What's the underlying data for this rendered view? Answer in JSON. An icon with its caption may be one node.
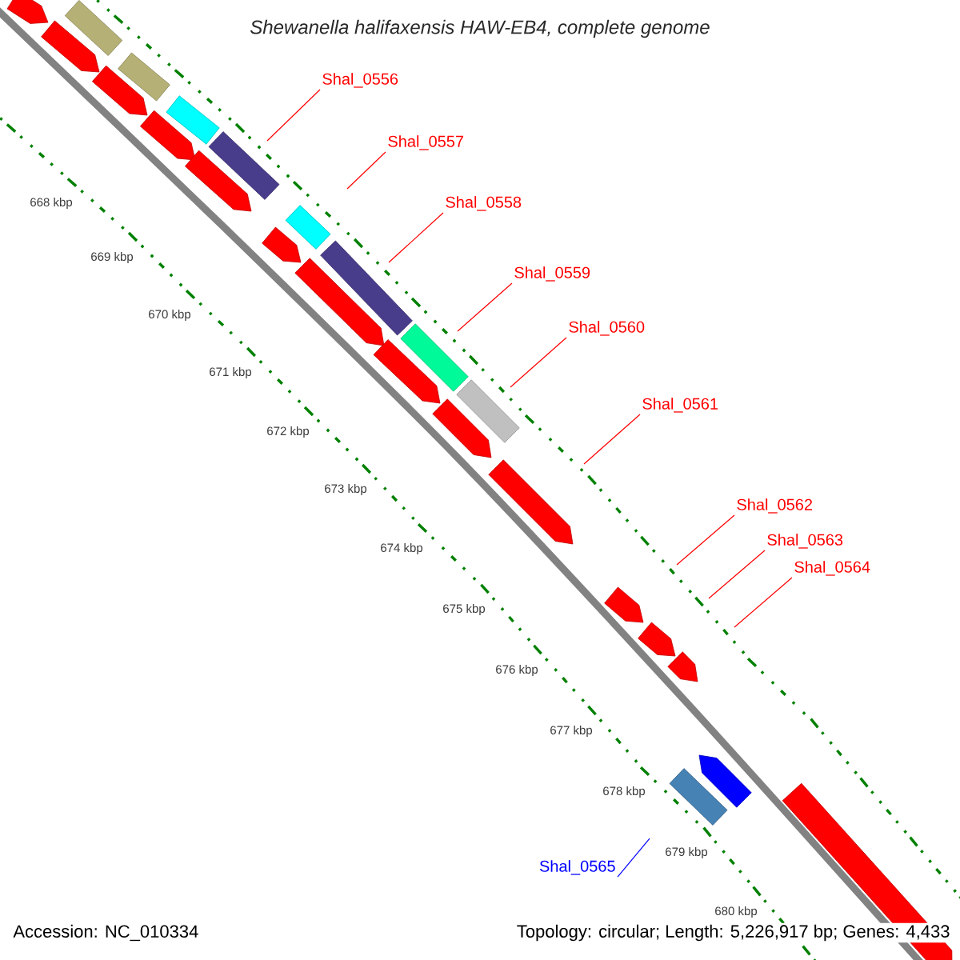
{
  "diagram": {
    "title": "Shewanella halifaxensis HAW-EB4, complete genome",
    "nodes": [
      {
        "text": [
          "Shal_0556"
        ]
      },
      {
        "text": [
          "Shal_0557"
        ]
      },
      {
        "text": [
          "Shal_0558"
        ]
      },
      {
        "text": [
          "Shal_0559"
        ]
      },
      {
        "text": [
          "Shal_0560"
        ]
      },
      {
        "text": [
          "Shal_0561"
        ]
      },
      {
        "text": [
          "Shal_0562"
        ]
      },
      {
        "text": [
          "Shal_0563"
        ]
      },
      {
        "text": [
          "Shal_0564"
        ]
      },
      {
        "text": [
          "Shal_0565"
        ]
      }
    ],
    "edges": [
      {
        "from": 0,
        "to": null,
        "arrow": "none"
      },
      {
        "from": 1,
        "to": null,
        "arrow": "none"
      },
      {
        "from": 2,
        "to": null,
        "arrow": "none"
      },
      {
        "from": 3,
        "to": null,
        "arrow": "none"
      },
      {
        "from": 4,
        "to": null,
        "arrow": "none"
      },
      {
        "from": 5,
        "to": null,
        "arrow": "none"
      },
      {
        "from": 6,
        "to": null,
        "arrow": "none"
      },
      {
        "from": 7,
        "to": null,
        "arrow": "none"
      },
      {
        "from": 8,
        "to": null,
        "arrow": "none"
      },
      {
        "from": 9,
        "to": null,
        "arrow": "none",
        "color": "#0000ff"
      }
    ],
    "labels": [
      "668 kbp",
      "669 kbp",
      "670 kbp",
      "671 kbp",
      "672 kbp",
      "673 kbp",
      "674 kbp",
      "675 kbp",
      "676 kbp",
      "677 kbp",
      "678 kbp",
      "679 kbp",
      "680 kbp",
      "Accession: NC_010334",
      "Topology: circular; Length: 5,226,917 bp; Genes: 4,433"
    ]
  }
}
